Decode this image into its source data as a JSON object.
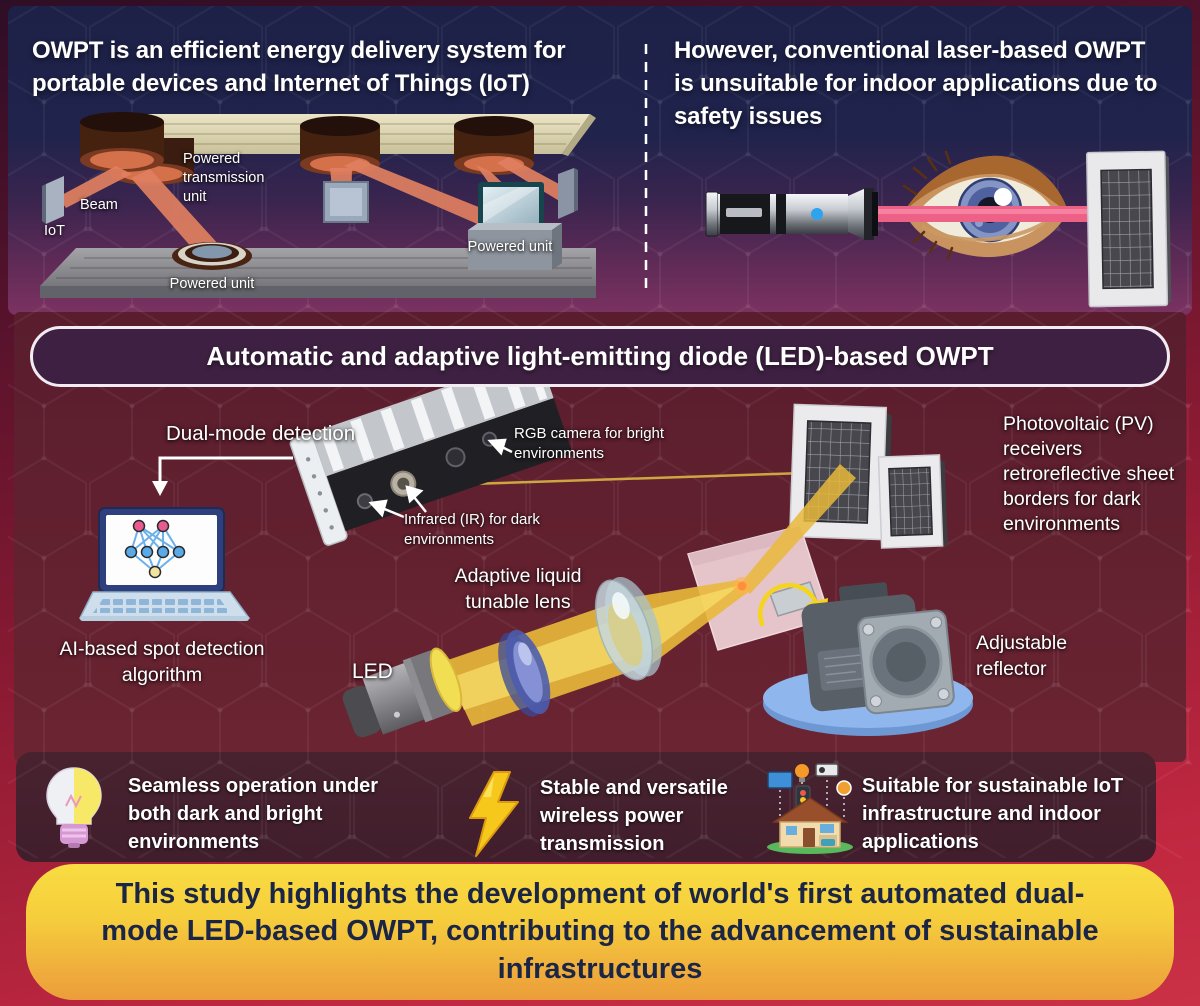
{
  "top_left": {
    "heading": "OWPT is an efficient energy delivery system for portable devices and Internet of Things (IoT)",
    "label_powered_transmission_unit": "Powered transmission unit",
    "label_beam": "Beam",
    "label_iot": "IoT",
    "label_powered_unit_pad": "Powered unit",
    "label_powered_unit_desk": "Powered unit"
  },
  "top_right": {
    "heading": "However, conventional laser-based OWPT is unsuitable for indoor applications due to safety issues"
  },
  "middle": {
    "banner_title": "Automatic and adaptive light-emitting diode (LED)-based OWPT",
    "label_dual_mode": "Dual-mode detection",
    "label_rgb_camera": "RGB camera for bright environments",
    "label_infrared": "Infrared (IR) for dark environments",
    "label_ai_spot": "AI-based spot detection algorithm",
    "label_adaptive_lens": "Adaptive liquid tunable lens",
    "label_led": "LED",
    "label_pv_receivers": "Photovoltaic (PV) receivers retroreflective sheet borders for dark environments",
    "label_adjustable_reflector": "Adjustable reflector"
  },
  "benefits": {
    "items": [
      {
        "icon": "lightbulb-icon",
        "text": "Seamless operation under both dark and bright environments"
      },
      {
        "icon": "lightning-icon",
        "text": "Stable and versatile wireless power transmission"
      },
      {
        "icon": "smart-home-icon",
        "text": "Suitable for sustainable IoT infrastructure and indoor applications"
      }
    ]
  },
  "conclusion": {
    "text": "This study highlights the development of world's first automated dual-mode LED-based OWPT, contributing to the advancement of sustainable infrastructures"
  },
  "colors": {
    "outer_background": "#8c1a33",
    "top_panel": "#20234c",
    "middle_background": "#63212f",
    "banner_fill": "#3e2142",
    "benefits_band": "#44202e",
    "conclusion_top": "#f9dc42",
    "conclusion_bottom": "#ec9d3a",
    "beam_orange": "#e08060",
    "beam_yellow": "#e9b93b",
    "laser_pink": "#ee6186"
  }
}
